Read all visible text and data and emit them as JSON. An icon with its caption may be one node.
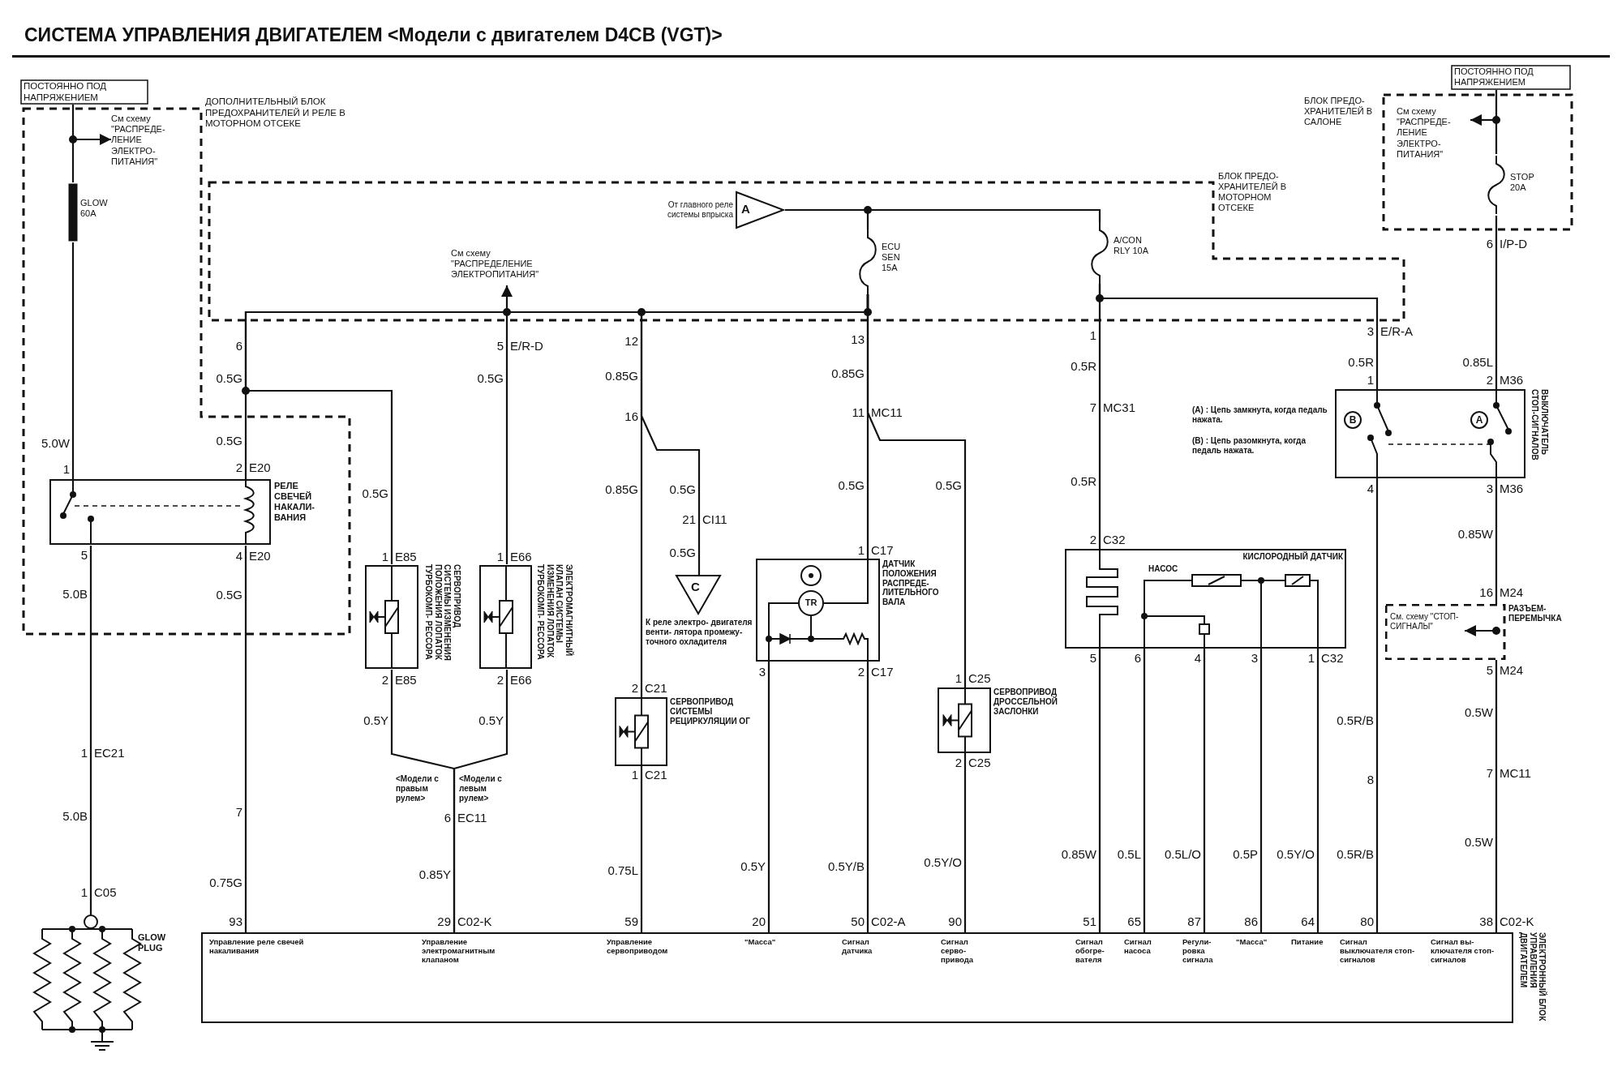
{
  "diagram": {
    "title": "СИСТЕМА УПРАВЛЕНИЯ ДВИГАТЕЛЕМ <Модели с двигателем D4CB (VGT)>",
    "nodes": [
      {
        "text": [
          "ПОСТОЯННО ПОД НАПРЯЖЕНИЕМ"
        ]
      },
      {
        "text": [
          "ДОПОЛНИТЕЛЬНЫЙ БЛОК ПРЕДОХРАНИТЕЛЕЙ И РЕЛЕ В МОТОРНОМ ОТСЕКЕ"
        ]
      },
      {
        "text": [
          "GLOW 60A"
        ],
        "in": 1
      },
      {
        "text": [
          "РЕЛЕ СВЕЧЕЙ НАКАЛИ- ВАНИЯ"
        ],
        "in": 1
      },
      {
        "text": [
          "БЛОК ПРЕДО- ХРАНИТЕЛЕЙ В МОТОРНОМ ОТСЕКЕ"
        ]
      },
      {
        "text": [
          "A"
        ],
        "beside": [
          "От главного реле системы впрыска"
        ],
        "in": 4
      },
      {
        "text": [
          "ECU SEN 15A"
        ],
        "in": 4
      },
      {
        "text": [
          "A/CON RLY 10A"
        ],
        "in": 4
      },
      {
        "text": [
          "См схему \"РАСПРЕДЕ- ЛЕНИЕ ЭЛЕКТРО- ПИТАНИЯ\""
        ],
        "in": 1
      },
      {
        "text": [
          "См схему \"РАСПРЕДЕЛЕНИЕ ЭЛЕКТРОПИТАНИЯ\""
        ],
        "in": 4
      },
      {
        "text": [
          "ПОСТОЯННО ПОД НАПРЯЖЕНИЕМ"
        ]
      },
      {
        "text": [
          "БЛОК ПРЕДО- ХРАНИТЕЛЕЙ В САЛОНЕ"
        ]
      },
      {
        "text": [
          "См схему \"РАСПРЕДЕ- ЛЕНИЕ ЭЛЕКТРО- ПИТАНИЯ\""
        ],
        "in": 11
      },
      {
        "text": [
          "STOP 20A"
        ],
        "in": 11
      },
      {
        "text": [
          "СЕРВОПРИВОД СИСТЕМЫ ИЗМЕНЕНИЯ ПОЛОЖЕНИЯ ЛОПАТОК ТУРБОКОМП- РЕССОРА"
        ]
      },
      {
        "text": [
          "ЭЛЕКТРОМАГНИТНЫЙ КЛАПАН СИСТЕМЫ ИЗМЕНЕНИЯ ЛОПАТОК ТУРБОКОМП- РЕССОРА"
        ]
      },
      {
        "text": [
          "C"
        ],
        "beside": [
          "К реле электро- двигателя венти- лятора промежу- точного охладителя"
        ]
      },
      {
        "text": [
          "СЕРВОПРИВОД СИСТЕМЫ РЕЦИРКУЛЯЦИИ ОГ"
        ]
      },
      {
        "text": [
          "ДАТЧИК ПОЛОЖЕНИЯ РАСПРЕДЕ- ЛИТЕЛЬНОГО ВАЛА"
        ]
      },
      {
        "text": [
          "TR"
        ],
        "in": 18
      },
      {
        "text": [
          "СЕРВОПРИВОД ДРОССЕЛЬНОЙ ЗАСЛОНКИ"
        ]
      },
      {
        "text": [
          "КИСЛОРОДНЫЙ ДАТЧИК",
          "НАСОС"
        ]
      },
      {
        "text": [
          "ВЫКЛЮЧАТЕЛЬ СТОП-СИГНАЛОВ"
        ]
      },
      {
        "text": [
          "B"
        ],
        "in": 22
      },
      {
        "text": [
          "A"
        ],
        "in": 22
      },
      {
        "text": [
          "РАЗЪЕМ- ПЕРЕМЫЧКА"
        ]
      },
      {
        "text": [
          "См. схему \"СТОП- СИГНАЛЫ\""
        ],
        "in": 25
      },
      {
        "text": [
          "GLOW PLUG"
        ]
      },
      {
        "text": [
          "ЭЛЕКТРОННЫЙ БЛОК УПРАВЛЕНИЯ ДВИГАТЕЛЕМ",
          "Управление реле свечей накаливания",
          "Управление электромагнитным клапаном",
          "Управление сервоприводом",
          "\"Масса\"",
          "Сигнал датчика",
          "Сигнал серво- привода",
          "Сигнал обогре- вателя",
          "Сигнал насоса",
          "Регули- ровка сигнала",
          "\"Масса\"",
          "Питание",
          "Сигнал выключателя стоп-сигналов",
          "Сигнал вы- ключателя стоп-сигналов"
        ]
      }
    ],
    "edges": [
      {
        "from": 0,
        "to": 2,
        "arrow": "none"
      },
      {
        "from": 2,
        "to": 3,
        "arrow": "none"
      },
      {
        "from": null,
        "to": 8,
        "arrow": "to"
      },
      {
        "from": 3,
        "to": 27,
        "arrow": "none"
      },
      {
        "from": 3,
        "to": 28,
        "arrow": "none"
      },
      {
        "from": 5,
        "to": 6,
        "arrow": "none"
      },
      {
        "from": 5,
        "to": 7,
        "arrow": "none"
      },
      {
        "from": 6,
        "to": 3,
        "arrow": "none"
      },
      {
        "from": 6,
        "to": 14,
        "arrow": "none"
      },
      {
        "from": 6,
        "to": 15,
        "arrow": "none"
      },
      {
        "from": null,
        "to": 9,
        "arrow": "to"
      },
      {
        "from": 6,
        "to": 17,
        "arrow": "none"
      },
      {
        "from": 6,
        "to": 16,
        "arrow": "none"
      },
      {
        "from": 6,
        "to": 18,
        "arrow": "none"
      },
      {
        "from": 6,
        "to": 20,
        "arrow": "none"
      },
      {
        "from": 7,
        "to": 21,
        "arrow": "none"
      },
      {
        "from": 7,
        "to": 22,
        "arrow": "none"
      },
      {
        "from": 10,
        "to": 13,
        "arrow": "none"
      },
      {
        "from": null,
        "to": 12,
        "arrow": "to"
      },
      {
        "from": 13,
        "to": 22,
        "arrow": "none"
      },
      {
        "from": 22,
        "to": 28,
        "arrow": "none"
      },
      {
        "from": 22,
        "to": 25,
        "arrow": "none"
      },
      {
        "from": 25,
        "to": 28,
        "arrow": "none"
      },
      {
        "from": null,
        "to": 26,
        "arrow": "to"
      },
      {
        "from": 14,
        "to": 28,
        "arrow": "none"
      },
      {
        "from": 15,
        "to": 28,
        "arrow": "none"
      },
      {
        "from": 17,
        "to": 28,
        "arrow": "none"
      },
      {
        "from": 18,
        "to": 28,
        "arrow": "none"
      },
      {
        "from": 18,
        "to": 28,
        "arrow": "none"
      },
      {
        "from": 20,
        "to": 28,
        "arrow": "none"
      },
      {
        "from": 21,
        "to": 28,
        "arrow": "none"
      },
      {
        "from": 21,
        "to": 28,
        "arrow": "none"
      },
      {
        "from": 21,
        "to": 28,
        "arrow": "none"
      },
      {
        "from": 21,
        "to": 28,
        "arrow": "none"
      },
      {
        "from": 21,
        "to": 28,
        "arrow": "none"
      }
    ],
    "labels": [
      "5.0W",
      "1",
      "5",
      "5.0B",
      "1",
      "EC21",
      "5.0B",
      "1",
      "C05",
      "6",
      "0.5G",
      "0.5G",
      "2",
      "E20",
      "4",
      "E20",
      "0.5G",
      "7",
      "0.75G",
      "93",
      "5",
      "E/R-D",
      "0.5G",
      "0.5G",
      "1",
      "E85",
      "1",
      "E66",
      "2",
      "E85",
      "2",
      "E66",
      "0.5Y",
      "0.5Y",
      "<Модели с правым рулем>",
      "<Модели с левым рулем>",
      "6",
      "EC11",
      "0.85Y",
      "29",
      "C02-K",
      "12",
      "0.85G",
      "16",
      "0.85G",
      "0.5G",
      "21",
      "CI11",
      "0.5G",
      "2",
      "C21",
      "1",
      "C21",
      "0.75L",
      "59",
      "13",
      "0.85G",
      "11",
      "MC11",
      "0.5G",
      "0.5G",
      "1",
      "C17",
      "3",
      "2",
      "C17",
      "1",
      "C25",
      "2",
      "C25",
      "0.5Y",
      "0.5Y/B",
      "0.5Y/O",
      "20",
      "50",
      "C02-A",
      "90",
      "1",
      "0.5R",
      "7",
      "MC31",
      "0.5R",
      "2",
      "C32",
      "5",
      "6",
      "4",
      "3",
      "1",
      "C32",
      "0.85W",
      "0.5L",
      "0.5L/O",
      "0.5P",
      "0.5Y/O",
      "51",
      "65",
      "87",
      "86",
      "64",
      "3",
      "E/R-A",
      "0.5R",
      "1",
      "(A) : Цепь замкнута, когда педаль нажата.",
      "(B) : Цепь разомкнута, когда педаль нажата.",
      "4",
      "0.5R/B",
      "8",
      "0.5R/B",
      "80",
      "6",
      "I/P-D",
      "0.85L",
      "2",
      "M36",
      "3",
      "M36",
      "0.85W",
      "16",
      "M24",
      "5",
      "M24",
      "0.5W",
      "7",
      "MC11",
      "0.5W",
      "38",
      "C02-K"
    ]
  }
}
